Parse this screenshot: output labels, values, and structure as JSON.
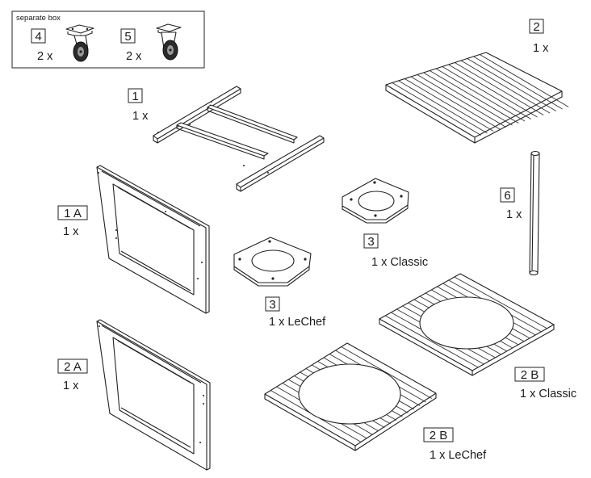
{
  "separate_box": {
    "title": "separate box",
    "items": [
      {
        "number": "4",
        "quantity": "2 x",
        "icon": "swivel-caster-icon"
      },
      {
        "number": "5",
        "quantity": "2 x",
        "icon": "fixed-caster-icon"
      }
    ]
  },
  "parts": [
    {
      "id": "p1",
      "number": "1",
      "quantity": "1 x",
      "variant": ""
    },
    {
      "id": "p2",
      "number": "2",
      "quantity": "1 x",
      "variant": ""
    },
    {
      "id": "p1a",
      "number": "1 A",
      "quantity": "1 x",
      "variant": ""
    },
    {
      "id": "p2a",
      "number": "2 A",
      "quantity": "1 x",
      "variant": ""
    },
    {
      "id": "p6",
      "number": "6",
      "quantity": "1 x",
      "variant": ""
    },
    {
      "id": "p3classic",
      "number": "3",
      "quantity": "1 x Classic",
      "variant": "Classic"
    },
    {
      "id": "p3lechef",
      "number": "3",
      "quantity": "1 x LeChef",
      "variant": "LeChef"
    },
    {
      "id": "p2bclassic",
      "number": "2 B",
      "quantity": "1 x Classic",
      "variant": "Classic"
    },
    {
      "id": "p2blechef",
      "number": "2 B",
      "quantity": "1 x LeChef",
      "variant": "LeChef"
    }
  ]
}
